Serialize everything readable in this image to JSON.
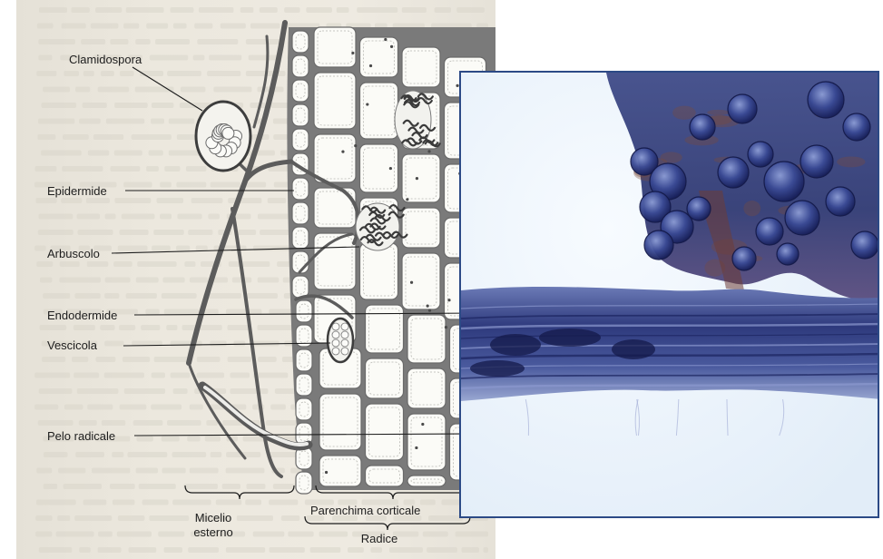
{
  "diagram": {
    "labels": {
      "chlamydospore": "Clamidospora",
      "epidermis": "Epidermide",
      "arbuscule": "Arbuscolo",
      "endodermis": "Endodermide",
      "vesicle": "Vescicola",
      "root_hair": "Pelo radicale",
      "external_mycelium_line1": "Micelio",
      "external_mycelium_line2": "esterno",
      "cortical_parenchyma": "Parenchima corticale",
      "root": "Radice"
    }
  },
  "colors": {
    "hyphae": "#5c5c5c",
    "cell_wall": "#727272",
    "cell_fill": "#fbfbf7",
    "paper": "#ece8de",
    "photo_border": "#2c4a86",
    "stain_dark": "#1f2a66",
    "stain_mid": "#3e4d8f",
    "stain_light": "#7d8fc4",
    "brown_tissue": "#7a4a38",
    "photo_background": "#eef5fb"
  }
}
